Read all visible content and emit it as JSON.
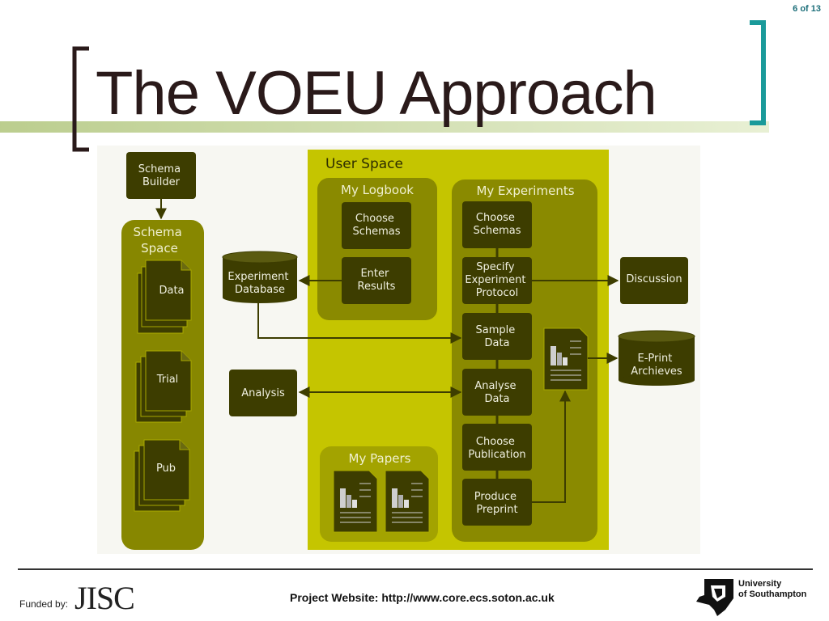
{
  "slide": {
    "page_number": "6 of 13",
    "title": "The VOEU Approach"
  },
  "diagram": {
    "user_space_label": "User Space",
    "schema_space_label": [
      "Schema",
      "Space"
    ],
    "schema_builder": [
      "Schema",
      "Builder"
    ],
    "schema_docs": [
      "Data",
      "Trial",
      "Pub"
    ],
    "my_logbook_label": "My Logbook",
    "logbook_items": [
      [
        "Choose",
        "Schemas"
      ],
      [
        "Enter",
        "Results"
      ]
    ],
    "my_experiments_label": "My Experiments",
    "experiment_steps": [
      [
        "Choose",
        "Schemas"
      ],
      [
        "Specify",
        "Experiment",
        "Protocol"
      ],
      [
        "Sample",
        "Data"
      ],
      [
        "Analyse",
        "Data"
      ],
      [
        "Choose",
        "Publication"
      ],
      [
        "Produce",
        "Preprint"
      ]
    ],
    "experiment_database": [
      "Experiment",
      "Database"
    ],
    "analysis": "Analysis",
    "discussion": "Discussion",
    "eprint_archives": [
      "E-Print",
      "Archieves"
    ],
    "my_papers_label": "My Papers",
    "colors": {
      "dark_box": "#3d3d00",
      "user_space": "#c5c500",
      "schema_space": "#878700",
      "panel": "#8a8a00",
      "my_papers_panel": "#a3a300",
      "accent_bracket": "#1a9a9a"
    }
  },
  "footer": {
    "funded_by": "Funded by:",
    "jisc": "JISC",
    "website": "Project Website: http://www.core.ecs.soton.ac.uk",
    "university": [
      "University",
      "of Southampton"
    ]
  }
}
